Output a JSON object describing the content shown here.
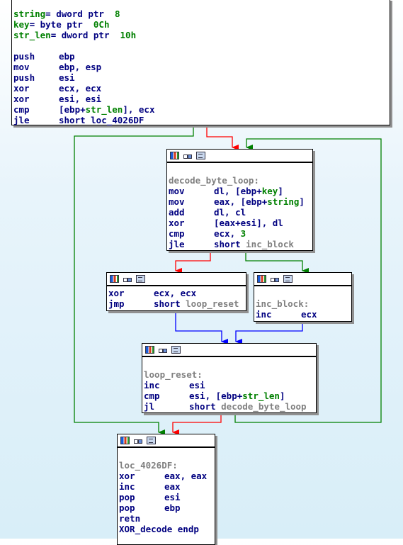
{
  "colors": {
    "taken": "#008000",
    "not_taken": "#ff0000",
    "unconditional": "#0000ff",
    "mnemonic": "#000080",
    "label": "#808080",
    "local_var": "#006400",
    "comment_green": "#008000"
  },
  "node0": {
    "lines": [
      {
        "name": "string",
        "eq": "= dword ptr  ",
        "val": "8"
      },
      {
        "name": "key",
        "eq": "= byte ptr  ",
        "val": "0Ch"
      },
      {
        "name": "str_len",
        "eq": "= dword ptr  ",
        "val": "10h"
      },
      {
        "blank": true
      },
      {
        "mn": "push",
        "op": "ebp"
      },
      {
        "mn": "mov",
        "op": "ebp, esp"
      },
      {
        "mn": "push",
        "op": "esi"
      },
      {
        "mn": "xor",
        "op": "ecx, ecx"
      },
      {
        "mn": "xor",
        "op": "esi, esi"
      },
      {
        "mn": "cmp",
        "op_pre": "[ebp+",
        "op_var": "str_len",
        "op_post": "], ecx"
      },
      {
        "mn": "jle",
        "op": "short loc_4026DF"
      }
    ]
  },
  "node1": {
    "label": "decode_byte_loop:",
    "lines": [
      {
        "mn": "mov",
        "op_pre": "dl, [ebp+",
        "op_var": "key",
        "op_post": "]"
      },
      {
        "mn": "mov",
        "op_pre": "eax, [ebp+",
        "op_var": "string",
        "op_post": "]"
      },
      {
        "mn": "add",
        "op": "dl, cl"
      },
      {
        "mn": "xor",
        "op": "[eax+esi], dl"
      },
      {
        "mn": "cmp",
        "op_pre": "ecx, ",
        "op_num": "3"
      },
      {
        "mn": "jle",
        "op_pre": "short ",
        "op_lbl": "inc_block"
      }
    ]
  },
  "node2": {
    "lines": [
      {
        "mn": "xor",
        "op": "ecx, ecx"
      },
      {
        "mn": "jmp",
        "op_pre": "short ",
        "op_lbl": "loop_reset"
      }
    ]
  },
  "node3": {
    "label": "inc_block:",
    "lines": [
      {
        "mn": "inc",
        "op": "ecx"
      }
    ]
  },
  "node4": {
    "label": "loop_reset:",
    "lines": [
      {
        "mn": "inc",
        "op": "esi"
      },
      {
        "mn": "cmp",
        "op_pre": "esi, [ebp+",
        "op_var": "str_len",
        "op_post": "]"
      },
      {
        "mn": "jl",
        "op_pre": "short ",
        "op_lbl": "decode_byte_loop"
      }
    ]
  },
  "node5": {
    "label": "loc_4026DF:",
    "lines": [
      {
        "mn": "xor",
        "op": "eax, eax"
      },
      {
        "mn": "inc",
        "op": "eax"
      },
      {
        "mn": "pop",
        "op": "esi"
      },
      {
        "mn": "pop",
        "op": "ebp"
      },
      {
        "mn": "retn",
        "op": ""
      },
      {
        "mn": "XOR_decode endp",
        "op": ""
      }
    ]
  },
  "header_icons": [
    "chart-icon",
    "flow-icon",
    "graph-icon"
  ]
}
